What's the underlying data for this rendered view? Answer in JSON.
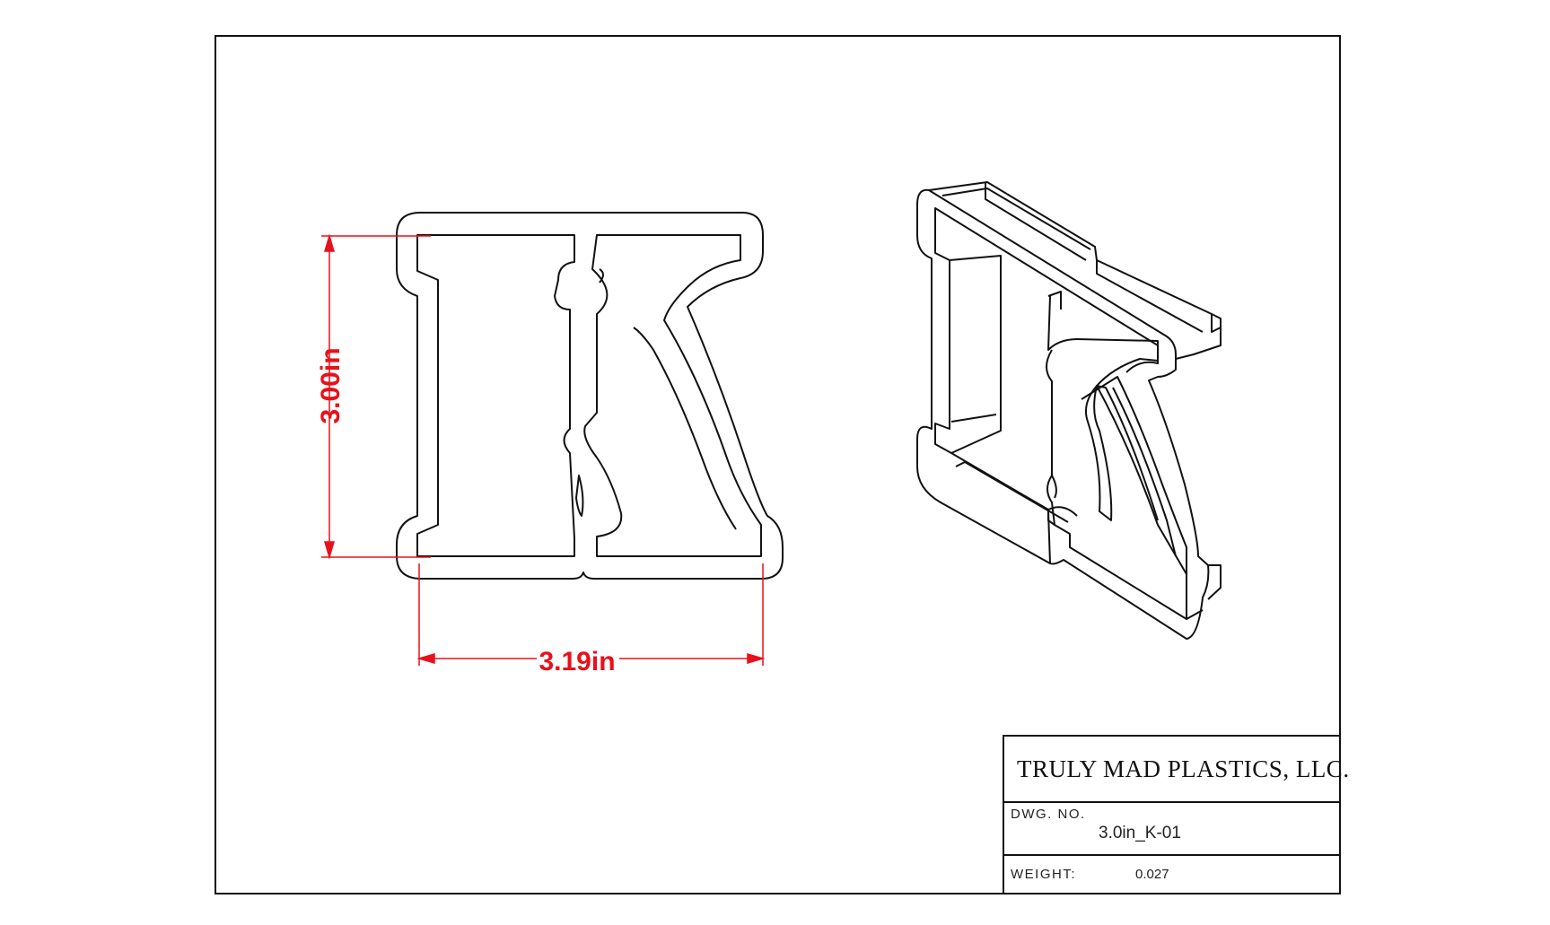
{
  "dimensions": {
    "height_label": "3.00in",
    "width_label": "3.19in",
    "color": "#e8101a"
  },
  "title_block": {
    "company": "TRULY MAD PLASTICS, LLC.",
    "dwg_no_label": "DWG.  NO.",
    "dwg_no_value": "3.0in_K-01",
    "weight_label": "WEIGHT:",
    "weight_value": "0.027"
  },
  "views": {
    "front": "letter-K-outline",
    "isometric": "letter-K-isometric"
  }
}
